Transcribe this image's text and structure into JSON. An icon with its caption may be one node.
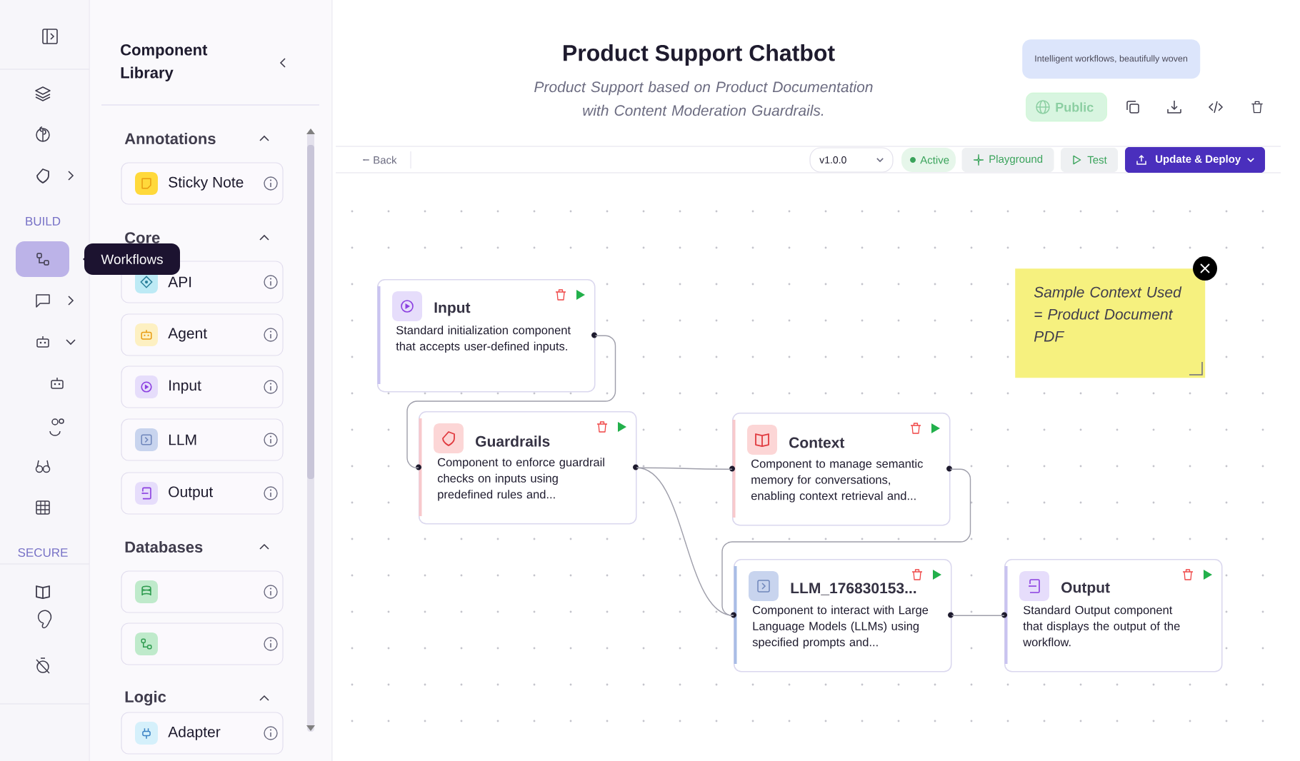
{
  "diagram": {
    "title": "Product Support Chatbot",
    "nodes": [
      {
        "text": [
          "Input",
          "Standard initialization component that accepts user-defined inputs."
        ]
      },
      {
        "text": [
          "Guardrails",
          "Component to enforce guardrail checks on inputs using predefined rules and..."
        ]
      },
      {
        "text": [
          "Context",
          "Component to manage semantic memory for conversations, enabling context retrieval and..."
        ]
      },
      {
        "text": [
          "LLM_176830153...",
          "Component to interact with Large Language Models (LLMs) using specified prompts and..."
        ]
      },
      {
        "text": [
          "Output",
          "Standard Output component that displays the output of the workflow."
        ]
      },
      {
        "text": [
          "Sample Context Used = Product Document PDF"
        ]
      },
      {
        "text": [
          "Sticky Note"
        ]
      },
      {
        "text": [
          "API"
        ]
      },
      {
        "text": [
          "Agent"
        ]
      },
      {
        "text": [
          "Input"
        ]
      },
      {
        "text": [
          "LLM"
        ]
      },
      {
        "text": [
          "Output"
        ]
      },
      {
        "text": [],
        "shape": "box"
      },
      {
        "text": [],
        "shape": "box"
      },
      {
        "text": [
          "Adapter"
        ]
      },
      {
        "text": [
          "Workflows"
        ]
      },
      {
        "text": [
          "Intelligent workflows, beautifully woven"
        ]
      },
      {
        "text": [
          "Public"
        ]
      },
      {
        "text": [
          "Back"
        ]
      },
      {
        "text": [
          "v1.0.0"
        ]
      },
      {
        "text": [
          "Active"
        ]
      },
      {
        "text": [
          "Playground"
        ]
      },
      {
        "text": [
          "Test"
        ]
      },
      {
        "text": [
          "Update & Deploy"
        ]
      }
    ],
    "edges": [
      {
        "from": 0,
        "to": 1,
        "arrow": "none"
      },
      {
        "from": 1,
        "to": 2,
        "arrow": "none"
      },
      {
        "from": 1,
        "to": 3,
        "arrow": "none"
      },
      {
        "from": 2,
        "to": 3,
        "arrow": "none"
      },
      {
        "from": 3,
        "to": 4,
        "arrow": "none"
      }
    ],
    "labels": [
      "Component Library",
      "Annotations",
      "Core",
      "Databases",
      "Logic",
      "BUILD",
      "SECURE",
      "Product Support based on Product Documentation with Content Moderation Guardrails."
    ]
  }
}
